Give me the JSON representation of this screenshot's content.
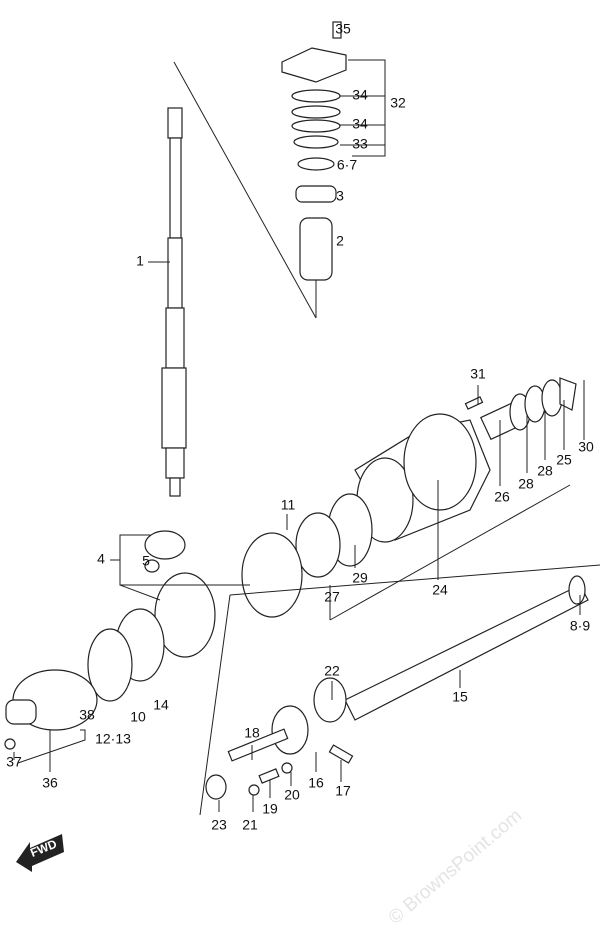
{
  "watermark": "© BrownsPoint.com",
  "fwd_label": "FWD",
  "callouts": {
    "p35": "35",
    "p34a": "34",
    "p32": "32",
    "p34b": "34",
    "p33": "33",
    "p67": "6·7",
    "p3": "3",
    "p2": "2",
    "p1": "1",
    "p31": "31",
    "p30": "30",
    "p25": "25",
    "p28a": "28",
    "p28b": "28",
    "p26": "26",
    "p11": "11",
    "p4": "4",
    "p5": "5",
    "p29": "29",
    "p27": "27",
    "p24": "24",
    "p89": "8·9",
    "p22": "22",
    "p15": "15",
    "p38": "38",
    "p10": "10",
    "p14": "14",
    "p1213": "12·13",
    "p37": "37",
    "p36": "36",
    "p18": "18",
    "p16": "16",
    "p17": "17",
    "p20": "20",
    "p19": "19",
    "p21": "21",
    "p23": "23"
  }
}
